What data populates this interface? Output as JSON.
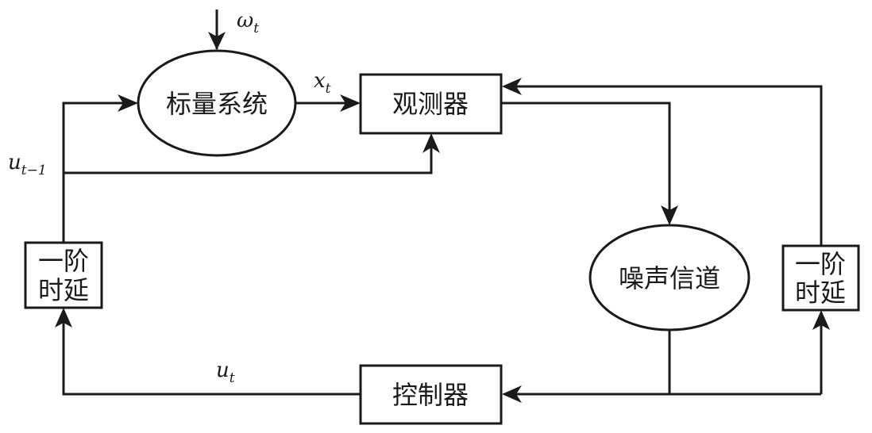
{
  "diagram": {
    "type": "block-diagram",
    "nodes": {
      "scalar_system": {
        "label": "标量系统",
        "shape": "ellipse"
      },
      "observer": {
        "label": "观测器",
        "shape": "rect"
      },
      "noisy_channel": {
        "label": "噪声信道",
        "shape": "ellipse"
      },
      "controller": {
        "label": "控制器",
        "shape": "rect"
      },
      "delay_left": {
        "line1": "一阶",
        "line2": "时延",
        "shape": "rect"
      },
      "delay_right": {
        "line1": "一阶",
        "line2": "时延",
        "shape": "rect"
      }
    },
    "signals": {
      "omega": {
        "base": "ω",
        "sub": "t"
      },
      "x": {
        "base": "x",
        "sub": "t"
      },
      "u_prev": {
        "base": "u",
        "sub": "t−1"
      },
      "u": {
        "base": "u",
        "sub": "t"
      }
    },
    "edges": [
      {
        "from": "omega_t",
        "to": "scalar_system"
      },
      {
        "from": "delay_left",
        "to": "scalar_system",
        "label": "u_{t-1}"
      },
      {
        "from": "delay_left",
        "to": "observer",
        "label": "u_{t-1}"
      },
      {
        "from": "scalar_system",
        "to": "observer",
        "label": "x_t"
      },
      {
        "from": "observer",
        "to": "noisy_channel"
      },
      {
        "from": "noisy_channel",
        "to": "controller"
      },
      {
        "from": "noisy_channel",
        "to": "delay_right"
      },
      {
        "from": "delay_right",
        "to": "observer"
      },
      {
        "from": "controller",
        "to": "delay_left",
        "label": "u_t"
      }
    ]
  }
}
